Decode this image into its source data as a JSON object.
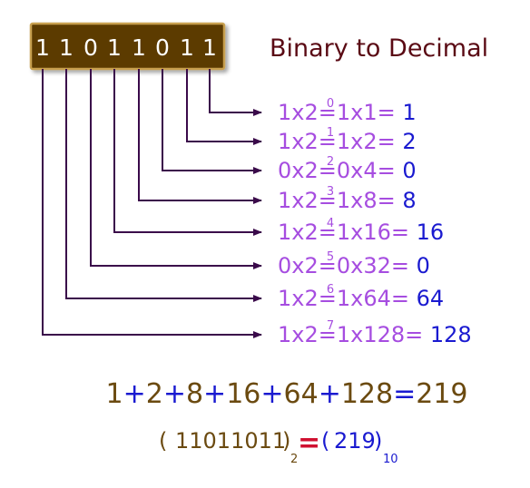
{
  "title": "Binary to Decimal",
  "binary_digits": [
    "1",
    "1",
    "0",
    "1",
    "1",
    "0",
    "1",
    "1"
  ],
  "rows": [
    {
      "bit": "1",
      "base": "2",
      "exp": "0",
      "mid": "1x1",
      "result": "1"
    },
    {
      "bit": "1",
      "base": "2",
      "exp": "1",
      "mid": "1x2",
      "result": "2"
    },
    {
      "bit": "0",
      "base": "2",
      "exp": "2",
      "mid": "0x4",
      "result": "0"
    },
    {
      "bit": "1",
      "base": "2",
      "exp": "3",
      "mid": "1x8",
      "result": "8"
    },
    {
      "bit": "1",
      "base": "2",
      "exp": "4",
      "mid": "1x16",
      "result": "16"
    },
    {
      "bit": "0",
      "base": "2",
      "exp": "5",
      "mid": "0x32",
      "result": "0"
    },
    {
      "bit": "1",
      "base": "2",
      "exp": "6",
      "mid": "1x64",
      "result": "64"
    },
    {
      "bit": "1",
      "base": "2",
      "exp": "7",
      "mid": "1x128",
      "result": "128"
    }
  ],
  "sum": {
    "terms": [
      "1",
      "2",
      "8",
      "16",
      "64",
      "128"
    ],
    "total": "219"
  },
  "conclusion": {
    "binary_value": "11011011",
    "binary_base": "2",
    "decimal_value": "219",
    "decimal_base": "10"
  },
  "colors": {
    "box_fill": "#5b3a06",
    "box_border": "#c8a050",
    "title": "#5a0a14",
    "arrow": "#3a0a4a",
    "formula": "#a64de0",
    "result": "#1a1ad0",
    "sum_number": "#6b4a10",
    "sum_operator": "#1a1ad0",
    "equals_red": "#d01030"
  }
}
